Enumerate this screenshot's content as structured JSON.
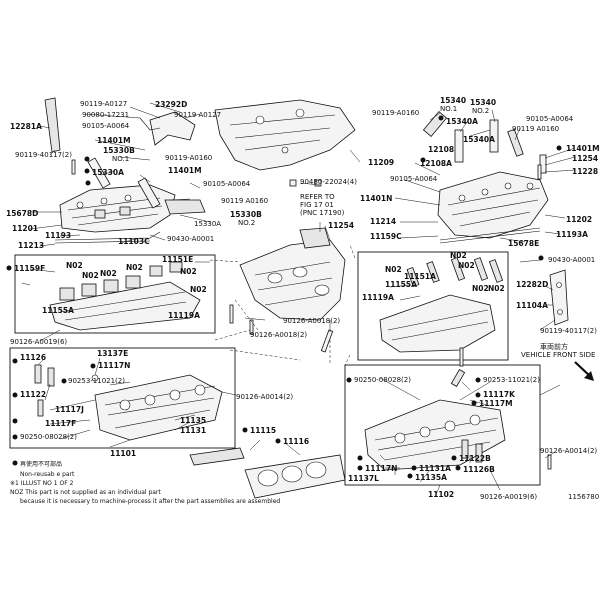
{
  "labels": {
    "l_90119_a0127": "90119-A0127",
    "l_23292d": "23292D",
    "l_90080_17231": "90080-17231",
    "l_90105_a0064_tl": "90105-A0064",
    "l_90119_a0127b": "90119  A0127",
    "l_12281a": "12281A",
    "l_90119_40117_tl": "90119-40117(2)",
    "l_11401m_tl": "11401M",
    "l_15330b_tl": "15330B",
    "l_no1_tl": "NO.1",
    "l_90119_a0160": "90119-A0160",
    "l_15330a_tl": "15330A",
    "l_11401m_tl2": "11401M",
    "l_90105_a0064_tl2": "90105-A0064",
    "l_90119_a0160b": "90119  A0160",
    "l_15330b_b": "15330B",
    "l_no2_tl": "NO.2",
    "l_15330a_b": "15330A",
    "l_15678d": "15678D",
    "l_11201": "11201",
    "l_11193": "11193",
    "l_11213": "11213",
    "l_11103c": "11103C",
    "l_90430_a0001_l": "90430-A0001",
    "l_11209": "11209",
    "l_90480_22024": "90480-22024(4)",
    "l_refer": "REFER TO",
    "l_fig": "FIG 17 01",
    "l_pnc": "(PNC 17190)",
    "l_11254_mid": "11254",
    "l_90126_a0018_2": "90126-A0018(2)",
    "l_90126_a0018_mid": "90126-A0018(2)",
    "l_11159f": "11159F",
    "l_n02_a": "N02",
    "l_n02_b": "N02",
    "l_n02_c": "N02",
    "l_n02_d": "N02",
    "l_n02_e": "N02",
    "l_n02_f": "N02",
    "l_11151e": "11151E",
    "l_11155a_l": "11155A",
    "l_11119a_l": "11119A",
    "l_90126_a0019_l": "90126-A0019(6)",
    "l_15340": "15340",
    "l_15340b": "15340",
    "l_no1_tr": "NO.1",
    "l_no2_tr": "NO.2",
    "l_90119_a0160_tr": "90119-A0160",
    "l_15340a": "15340A",
    "l_90105_a0064_tr": "90105-A0064",
    "l_90119_a0160_tr2": "90119  A0160",
    "l_12108": "12108",
    "l_15340a_b": "15340A",
    "l_11401m_tr": "11401M",
    "l_11254_tr": "11254",
    "l_12108a": "12108A",
    "l_11228": "11228",
    "l_90105_a0064_tr2": "90105-A0064",
    "l_11401n": "11401N",
    "l_11202": "11202",
    "l_11214": "11214",
    "l_11159c": "11159C",
    "l_11193a": "11193A",
    "l_15678e": "15678E",
    "l_90430_a0001_r": "90430-A0001",
    "l_n02_r1": "N02",
    "l_n02_r2": "N02",
    "l_n02_r3": "N02",
    "l_n02_r4": "N02",
    "l_n02_r5": "N02",
    "l_11155a_r": "11155A",
    "l_11151a": "11151A",
    "l_11119a_r": "11119A",
    "l_12282d": "12282D",
    "l_11104a": "11104A",
    "l_90119_40117_r": "90119-40117(2)",
    "l_vehicle_jp": "車両前方",
    "l_vehicle": "VEHICLE FRONT SIDE",
    "l_11126": "11126",
    "l_13137e": "13137E",
    "l_11117n_l": "11117N",
    "l_90253_l": "90253-11021(2)",
    "l_11122": "11122",
    "l_11117j": "11117J",
    "l_11117f": "11117F",
    "l_90250_l": "90250-08028(2)",
    "l_11135": "11135",
    "l_11131": "11131",
    "l_11101": "11101",
    "l_90126_a0014_l": "90126-A0014(2)",
    "l_11115": "11115",
    "l_11116": "11116",
    "l_90250_r": "90250-08028(2)",
    "l_90253_r": "90253-11021(2)",
    "l_11117k": "11117K",
    "l_11117m": "11117M",
    "l_11122b": "11122B",
    "l_11117n_r": "11117N",
    "l_11131a": "11131A",
    "l_11126b": "11126B",
    "l_11137l": "11137L",
    "l_11135a": "11135A",
    "l_11102": "11102",
    "l_90126_a0014_r": "90126-A0014(2)",
    "l_90126_a0019_r": "90126-A0019(6)",
    "l_fig_id": "1156780"
  },
  "legend": {
    "item1": "再使用不可部品",
    "item2": "Non-reusab e part",
    "item3": "※1 ILLUST NO 1 OF 2",
    "item4": "NOZ  This part is not supplied as an individual part",
    "item5": "because it is necessary to machine-process it after the part assemblies are assembled"
  }
}
